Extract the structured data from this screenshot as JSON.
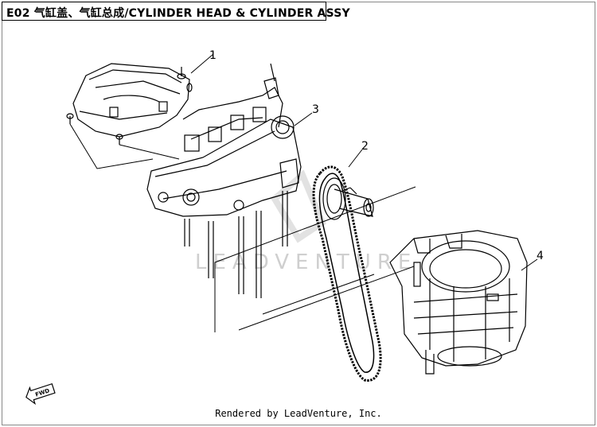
{
  "title": "E02 气缸盖、气缸总成/CYLINDER HEAD & CYLINDER ASSY",
  "callouts": [
    "1",
    "2",
    "3",
    "4"
  ],
  "watermark": "LEADVENTURE",
  "fwd_label": "FWD",
  "footer": "Rendered by LeadVenture, Inc.",
  "parts": [
    {
      "number": "1",
      "name": "cylinder-head-cover"
    },
    {
      "number": "2",
      "name": "timing-chain-and-sprocket"
    },
    {
      "number": "3",
      "name": "cylinder-head"
    },
    {
      "number": "4",
      "name": "cylinder"
    }
  ]
}
